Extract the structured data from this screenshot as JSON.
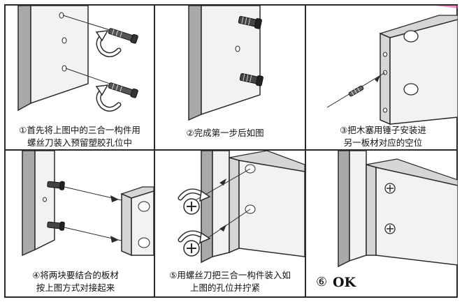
{
  "colors": {
    "board_light": "#f2f2f2",
    "board_mid": "#d6d6d6",
    "board_dark": "#a9a9a9",
    "line": "#2a2a2a",
    "accent_pink": "#e04a9a"
  },
  "panels": [
    {
      "caption_line1": "①首先将上图中的三合一构件用",
      "caption_line2": "螺丝刀装入预留塑胶孔位中"
    },
    {
      "caption_line1": "②完成第一步后如图",
      "caption_line2": ""
    },
    {
      "caption_line1": "③把木塞用锤子安装进",
      "caption_line2": "另一板材对应的空位"
    },
    {
      "caption_line1": "④将两块要结合的板材",
      "caption_line2": "按上图方式对接起来"
    },
    {
      "caption_line1": "⑤用螺丝刀把三合一构件装入如",
      "caption_line2": "上图的孔位并拧紧"
    },
    {
      "caption_num": "⑥",
      "caption_ok": "OK"
    }
  ]
}
